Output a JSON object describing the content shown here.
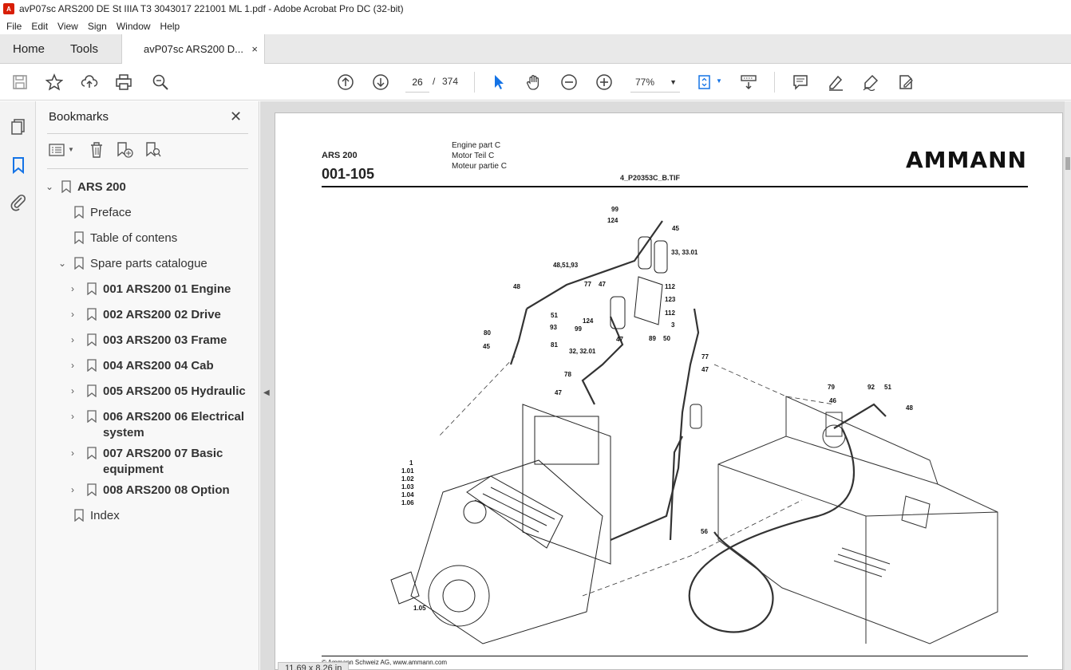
{
  "window": {
    "title": "avP07sc ARS200 DE St IIIA T3 3043017 221001 ML 1.pdf - Adobe Acrobat Pro DC (32-bit)"
  },
  "menu": [
    "File",
    "Edit",
    "View",
    "Sign",
    "Window",
    "Help"
  ],
  "tabs": {
    "home": "Home",
    "tools": "Tools",
    "doc": "avP07sc ARS200 D...",
    "close": "×"
  },
  "toolbar": {
    "page_current": "26",
    "page_sep": "/",
    "page_total": "374",
    "zoom": "77%"
  },
  "bookmarks": {
    "header": "Bookmarks",
    "close": "✕",
    "items": [
      {
        "label": "ARS 200",
        "bold": true
      },
      {
        "label": "Preface",
        "bold": false
      },
      {
        "label": "Table of contens",
        "bold": false
      },
      {
        "label": "Spare parts catalogue",
        "bold": false
      },
      {
        "label": "001 ARS200 01 Engine",
        "bold": true
      },
      {
        "label": "002 ARS200 02 Drive",
        "bold": true
      },
      {
        "label": "003 ARS200 03 Frame",
        "bold": true
      },
      {
        "label": "004 ARS200 04 Cab",
        "bold": true
      },
      {
        "label": "005 ARS200 05 Hydraulic",
        "bold": true
      },
      {
        "label": "006 ARS200 06 Electrical system",
        "bold": true
      },
      {
        "label": "007 ARS200 07 Basic equipment",
        "bold": true
      },
      {
        "label": "008 ARS200 08 Option",
        "bold": true
      },
      {
        "label": "Index",
        "bold": false
      }
    ]
  },
  "page": {
    "model": "ARS 200",
    "code": "001-105",
    "desc_en": "Engine part C",
    "desc_de": "Motor Teil C",
    "desc_fr": "Moteur partie C",
    "file": "4_P20353C_B.TIF",
    "logo": "AMMANN",
    "footer": "© Ammann Schweiz AG, www.ammann.com",
    "callouts": [
      "99",
      "124",
      "45",
      "33, 33.01",
      "48,51,93",
      "112",
      "77",
      "47",
      "123",
      "112",
      "48",
      "51",
      "124",
      "93",
      "99",
      "3",
      "80",
      "45",
      "81",
      "32, 32.01",
      "47",
      "89",
      "50",
      "77",
      "47",
      "78",
      "47",
      "79",
      "92",
      "51",
      "46",
      "48",
      "1",
      "1.01",
      "1.02",
      "1.03",
      "1.04",
      "1.06",
      "56",
      "1.05"
    ]
  },
  "status": {
    "size": "11,69 x 8,26 in"
  },
  "colors": {
    "accent_blue": "#1473e6",
    "pdf_red": "#d81e06"
  }
}
